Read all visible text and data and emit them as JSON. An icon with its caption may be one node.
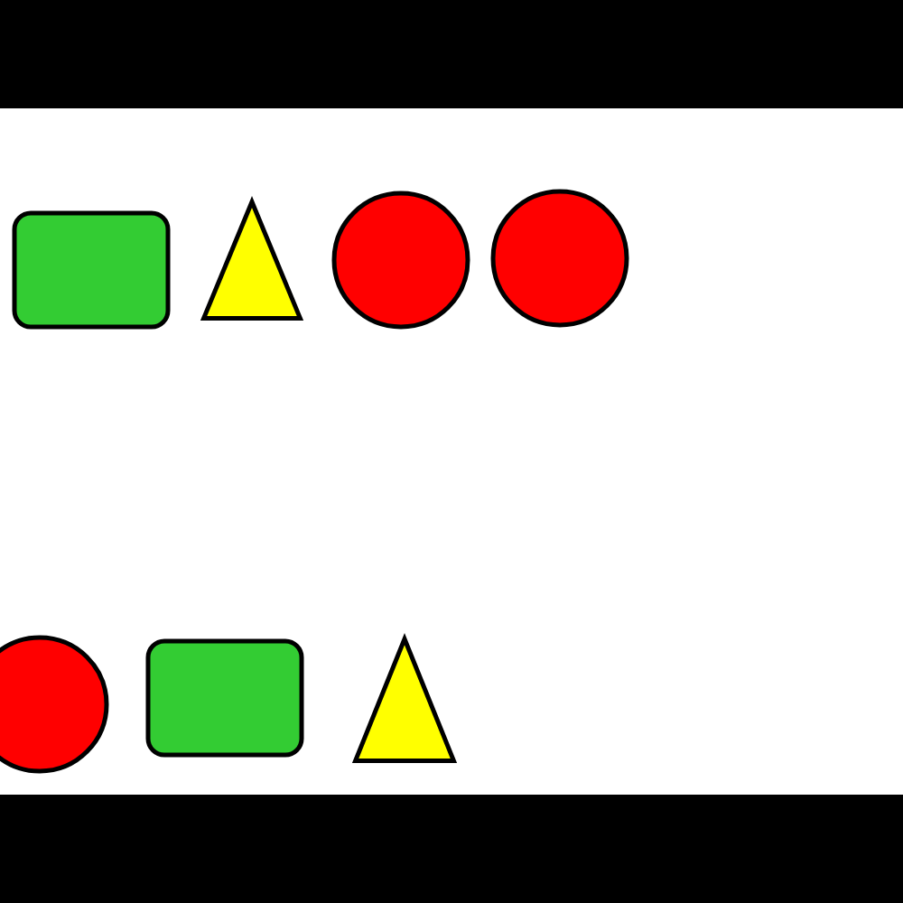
{
  "diagram": {
    "nodes": [
      {
        "text": [],
        "shape": "box"
      },
      {
        "text": [],
        "shape": "triangle"
      },
      {
        "text": [],
        "shape": "circle"
      },
      {
        "text": [],
        "shape": "circle"
      },
      {
        "text": [],
        "shape": "circle"
      },
      {
        "text": [],
        "shape": "box"
      },
      {
        "text": [],
        "shape": "triangle"
      }
    ]
  }
}
